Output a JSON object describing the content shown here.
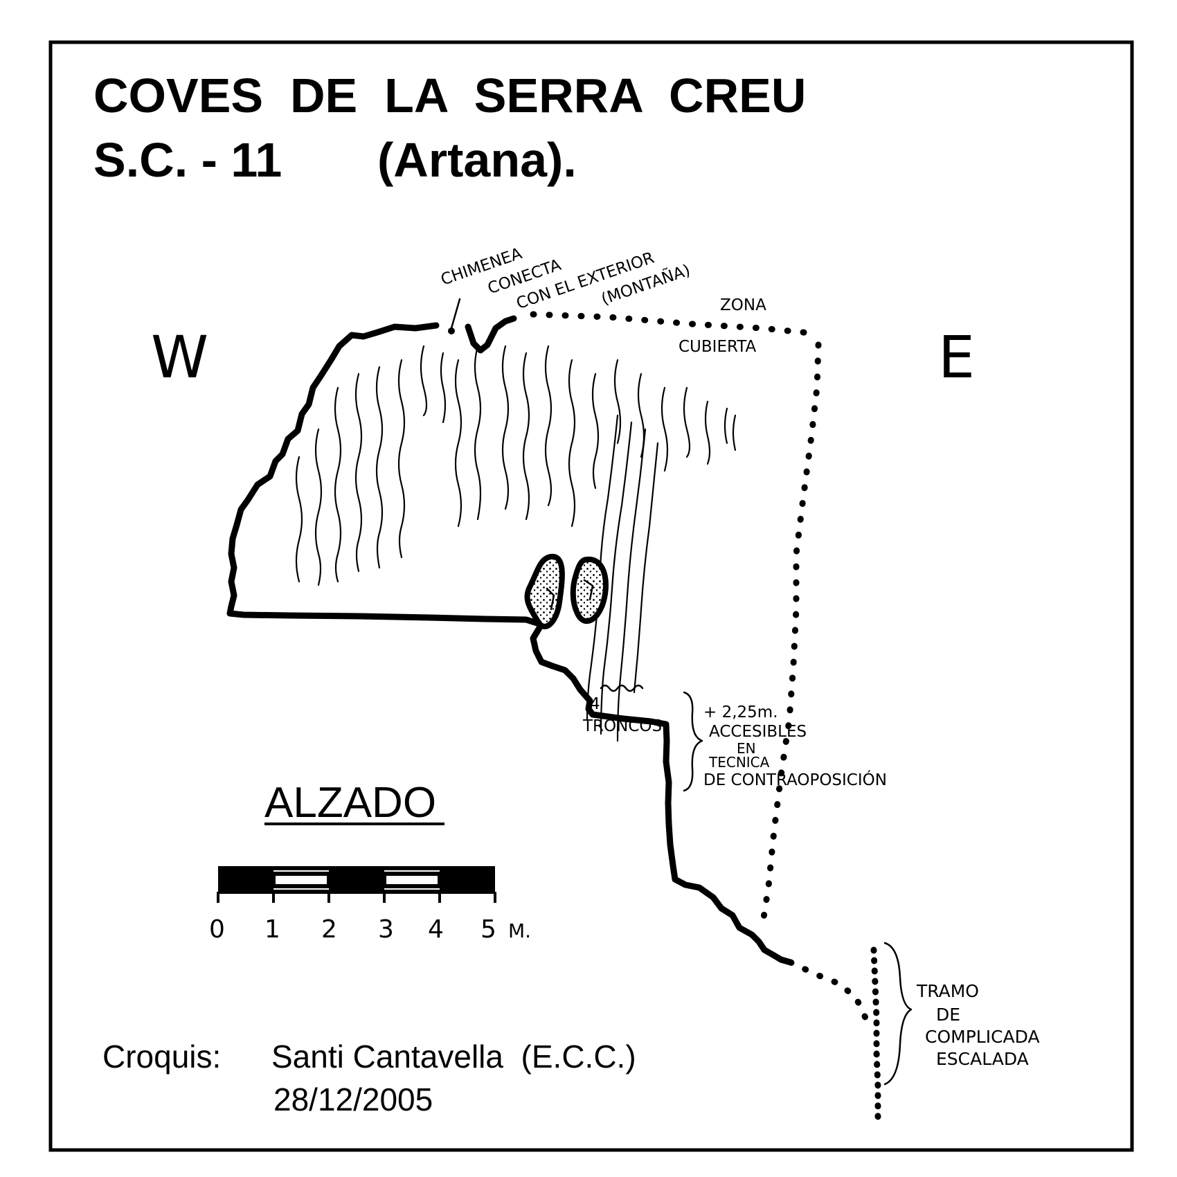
{
  "title": {
    "line1": "COVES  DE  LA  SERRA  CREU",
    "line2_code": "S.C. - 11",
    "line2_place": "(Artana)."
  },
  "orientation": {
    "west": "W",
    "east": "E"
  },
  "annotations": {
    "chimenea": [
      "CHIMENEA",
      "CONECTA",
      "CON EL EXTERIOR",
      "(MONTAÑA)"
    ],
    "zona_cubierta": [
      "ZONA",
      "CUBIERTA"
    ],
    "troncos": [
      "4",
      "TRONCOS"
    ],
    "contraoposicion": [
      "+ 2,25m.",
      "ACCESIBLES",
      "EN",
      "TECNICA",
      "DE CONTRAOPOSICIÓN"
    ],
    "tramo": [
      "TRAMO",
      "DE",
      "COMPLICADA",
      "ESCALADA"
    ]
  },
  "view_label": "ALZADO",
  "scale": {
    "labels": [
      "0",
      "1",
      "2",
      "3",
      "4",
      "5"
    ],
    "unit": "M."
  },
  "credit": {
    "prefix": "Croquis:",
    "author": "Santi Cantavella  (E.C.C.)",
    "date": "28/12/2005"
  },
  "colors": {
    "ink": "#000000",
    "paper": "#ffffff"
  }
}
